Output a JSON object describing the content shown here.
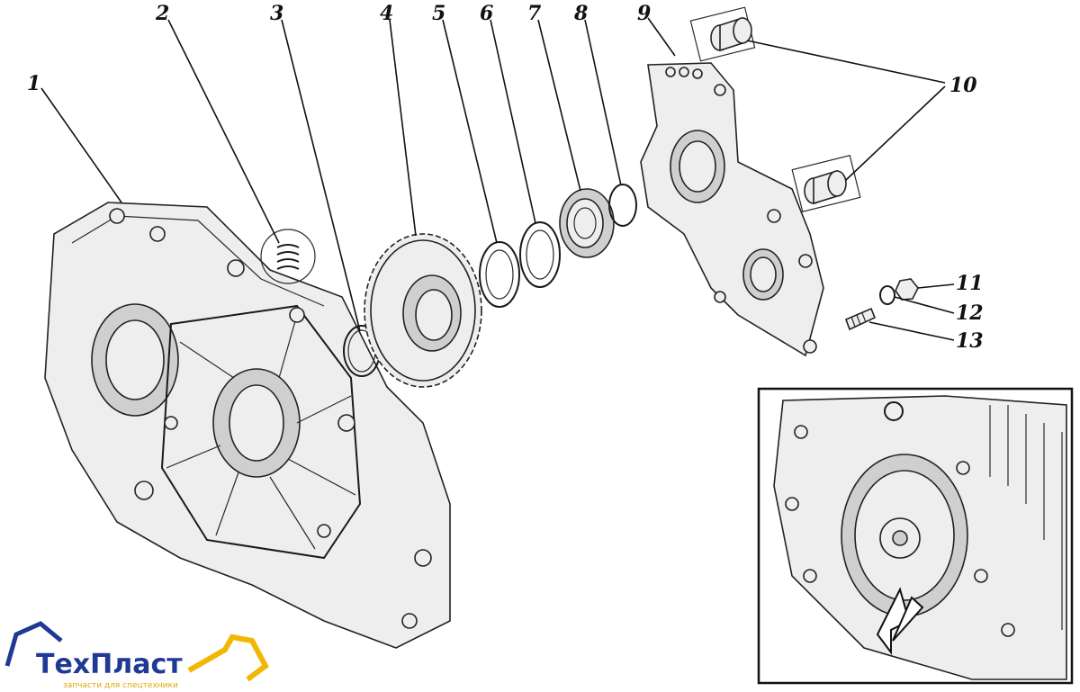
{
  "callouts": [
    {
      "label": "1"
    },
    {
      "label": "2"
    },
    {
      "label": "3"
    },
    {
      "label": "4"
    },
    {
      "label": "5"
    },
    {
      "label": "6"
    },
    {
      "label": "7"
    },
    {
      "label": "8"
    },
    {
      "label": "9"
    },
    {
      "label": "10"
    },
    {
      "label": "11"
    },
    {
      "label": "12"
    },
    {
      "label": "13"
    }
  ],
  "logo": {
    "name": "ТехПласт",
    "tagline": "запчасти для спецтехники",
    "colors": {
      "text": "#1f3a93",
      "accent": "#f2b705"
    }
  },
  "colors": {
    "ink": "#1a1a1a",
    "background": "#ffffff"
  }
}
